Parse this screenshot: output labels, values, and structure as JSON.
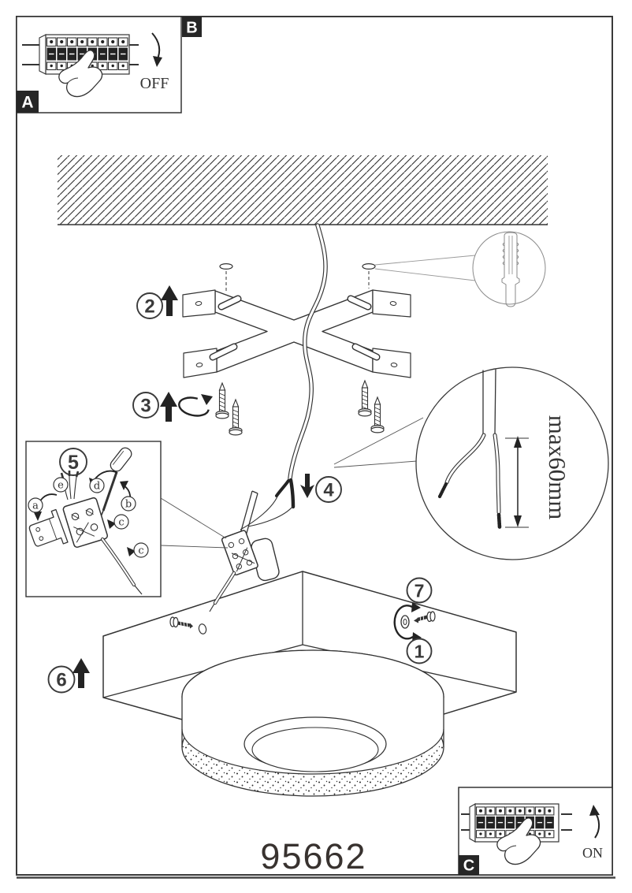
{
  "diagram": {
    "model_number": "95662",
    "frame_label": "B",
    "power_off_panel": {
      "label": "A",
      "state_text": "OFF"
    },
    "power_on_panel": {
      "label": "C",
      "state_text": "ON"
    },
    "steps": {
      "s1": "1",
      "s2": "2",
      "s3": "3",
      "s4": "4",
      "s5": "5",
      "s6": "6",
      "s7": "7"
    },
    "wire_detail": {
      "max_length": "max60mm"
    },
    "terminal_detail": {
      "a": "a",
      "b": "b",
      "c_upper": "c",
      "c_lower": "c",
      "d": "d",
      "e": "e"
    },
    "colors": {
      "line": "#353535",
      "solid": "#232323",
      "label_bg": "#262626",
      "label_text": "#ffffff"
    }
  }
}
